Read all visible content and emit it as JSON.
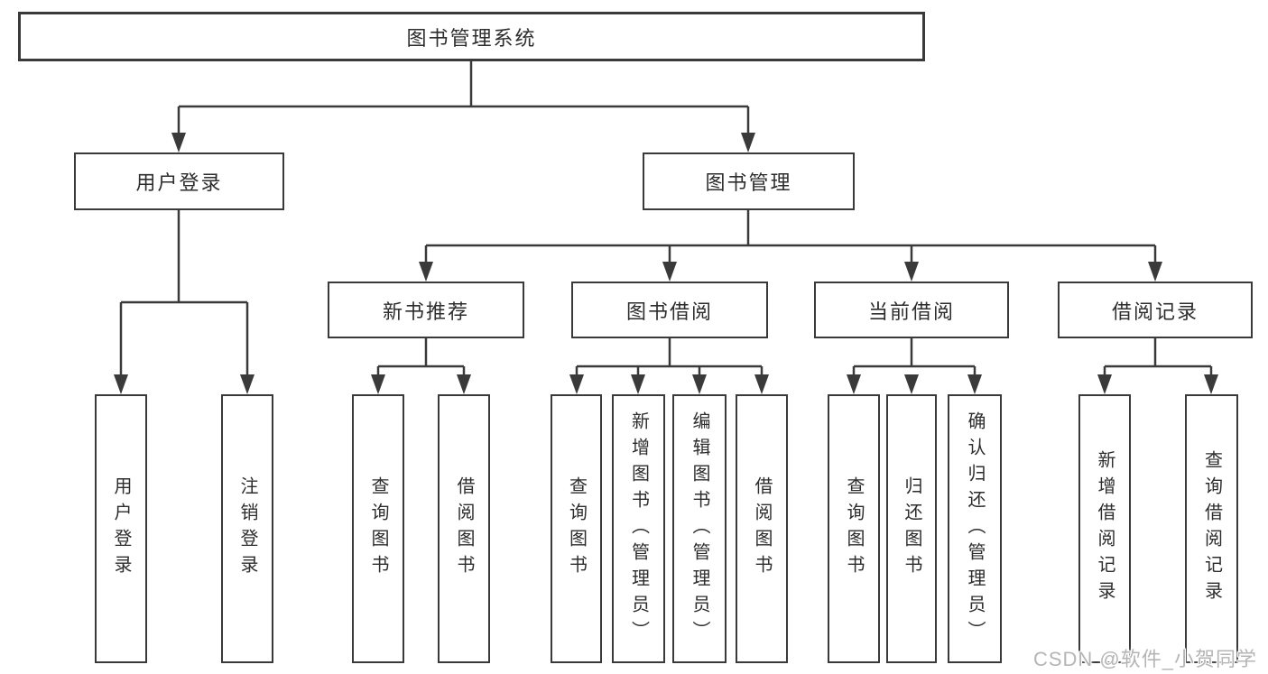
{
  "diagram": {
    "root": {
      "label": "图书管理系统"
    },
    "level2": {
      "user_login": {
        "label": "用户登录"
      },
      "book_management": {
        "label": "图书管理"
      }
    },
    "level3": {
      "new_book_recommendation": {
        "label": "新书推荐"
      },
      "book_borrowing": {
        "label": "图书借阅"
      },
      "current_borrowing": {
        "label": "当前借阅"
      },
      "borrowing_records": {
        "label": "借阅记录"
      }
    },
    "leaves": {
      "user_login": {
        "label": "用户登录"
      },
      "logout": {
        "label": "注销登录"
      },
      "rec_query_books": {
        "label": "查询图书"
      },
      "rec_borrow_books": {
        "label": "借阅图书"
      },
      "bor_query_books": {
        "label": "查询图书"
      },
      "bor_add_books_admin": {
        "label": "新增图书（管理员）"
      },
      "bor_edit_books_admin": {
        "label": "编辑图书（管理员）"
      },
      "bor_borrow_books": {
        "label": "借阅图书"
      },
      "cur_query_books": {
        "label": "查询图书"
      },
      "cur_return_books": {
        "label": "归还图书"
      },
      "cur_confirm_return_admin": {
        "label": "确认归还（管理员）"
      },
      "records_add_record": {
        "label": "新增借阅记录"
      },
      "records_query_record": {
        "label": "查询借阅记录"
      }
    }
  },
  "watermark": {
    "text": "CSDN @软件_小贺同学"
  },
  "colors": {
    "line": "#3a3a3a",
    "text": "#2d2d2d",
    "background": "#ffffff",
    "watermark": "#b5b5b5"
  }
}
